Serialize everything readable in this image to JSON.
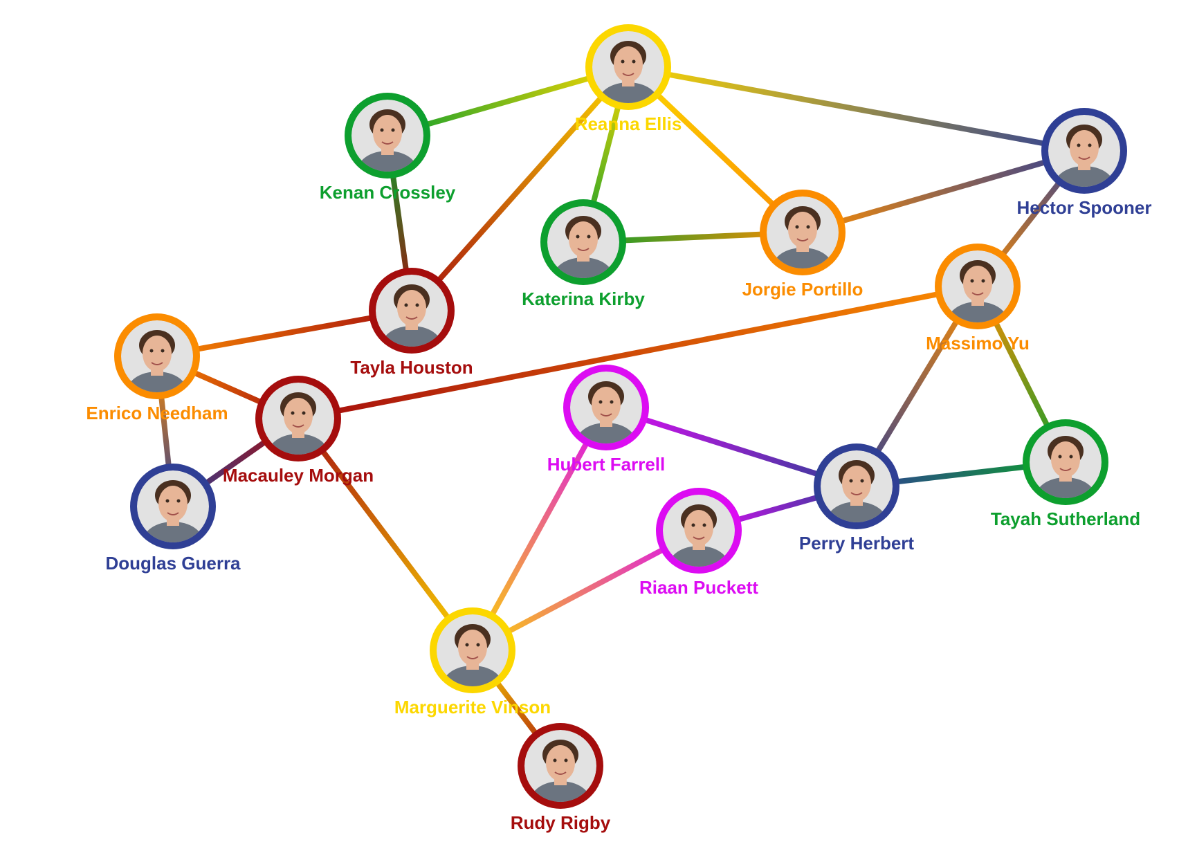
{
  "colors": {
    "red": "#a50d0d",
    "orange": "#fb8c00",
    "yellow": "#fcd700",
    "green": "#0d9f2e",
    "blue": "#2f3f95",
    "purple": "#dc0cf2",
    "skin": "#e7b597",
    "hair": "#4a3020",
    "photo_bg": "#e2e2e2"
  },
  "nodes": [
    {
      "id": "reanna",
      "name": "Reanna Ellis",
      "color": "yellow",
      "icon": "person-photo-icon"
    },
    {
      "id": "kenan",
      "name": "Kenan Crossley",
      "color": "green",
      "icon": "person-photo-icon"
    },
    {
      "id": "hector",
      "name": "Hector Spooner",
      "color": "blue",
      "icon": "person-photo-icon"
    },
    {
      "id": "katerina",
      "name": "Katerina Kirby",
      "color": "green",
      "icon": "person-photo-icon"
    },
    {
      "id": "jorgie",
      "name": "Jorgie Portillo",
      "color": "orange",
      "icon": "person-photo-icon"
    },
    {
      "id": "massimo",
      "name": "Massimo Yu",
      "color": "orange",
      "icon": "person-photo-icon"
    },
    {
      "id": "tayla",
      "name": "Tayla Houston",
      "color": "red",
      "icon": "person-photo-icon"
    },
    {
      "id": "enrico",
      "name": "Enrico Needham",
      "color": "orange",
      "icon": "person-photo-icon"
    },
    {
      "id": "macauley",
      "name": "Macauley Morgan",
      "color": "red",
      "icon": "person-photo-icon"
    },
    {
      "id": "douglas",
      "name": "Douglas Guerra",
      "color": "blue",
      "icon": "person-photo-icon"
    },
    {
      "id": "hubert",
      "name": "Hubert Farrell",
      "color": "purple",
      "icon": "person-photo-icon"
    },
    {
      "id": "perry",
      "name": "Perry Herbert",
      "color": "blue",
      "icon": "person-photo-icon"
    },
    {
      "id": "tayah",
      "name": "Tayah Sutherland",
      "color": "green",
      "icon": "person-photo-icon"
    },
    {
      "id": "riaan",
      "name": "Riaan Puckett",
      "color": "purple",
      "icon": "person-photo-icon"
    },
    {
      "id": "marguerite",
      "name": "Marguerite Vinson",
      "color": "yellow",
      "icon": "person-photo-icon"
    },
    {
      "id": "rudy",
      "name": "Rudy Rigby",
      "color": "red",
      "icon": "person-photo-icon"
    }
  ],
  "edges": [
    [
      "reanna",
      "kenan"
    ],
    [
      "reanna",
      "hector"
    ],
    [
      "reanna",
      "katerina"
    ],
    [
      "reanna",
      "jorgie"
    ],
    [
      "reanna",
      "tayla"
    ],
    [
      "kenan",
      "tayla"
    ],
    [
      "katerina",
      "jorgie"
    ],
    [
      "jorgie",
      "hector"
    ],
    [
      "hector",
      "massimo"
    ],
    [
      "massimo",
      "macauley"
    ],
    [
      "massimo",
      "perry"
    ],
    [
      "massimo",
      "tayah"
    ],
    [
      "tayla",
      "enrico"
    ],
    [
      "enrico",
      "macauley"
    ],
    [
      "enrico",
      "douglas"
    ],
    [
      "macauley",
      "douglas"
    ],
    [
      "macauley",
      "marguerite"
    ],
    [
      "hubert",
      "perry"
    ],
    [
      "hubert",
      "marguerite"
    ],
    [
      "perry",
      "tayah"
    ],
    [
      "perry",
      "riaan"
    ],
    [
      "riaan",
      "marguerite"
    ],
    [
      "marguerite",
      "rudy"
    ]
  ]
}
